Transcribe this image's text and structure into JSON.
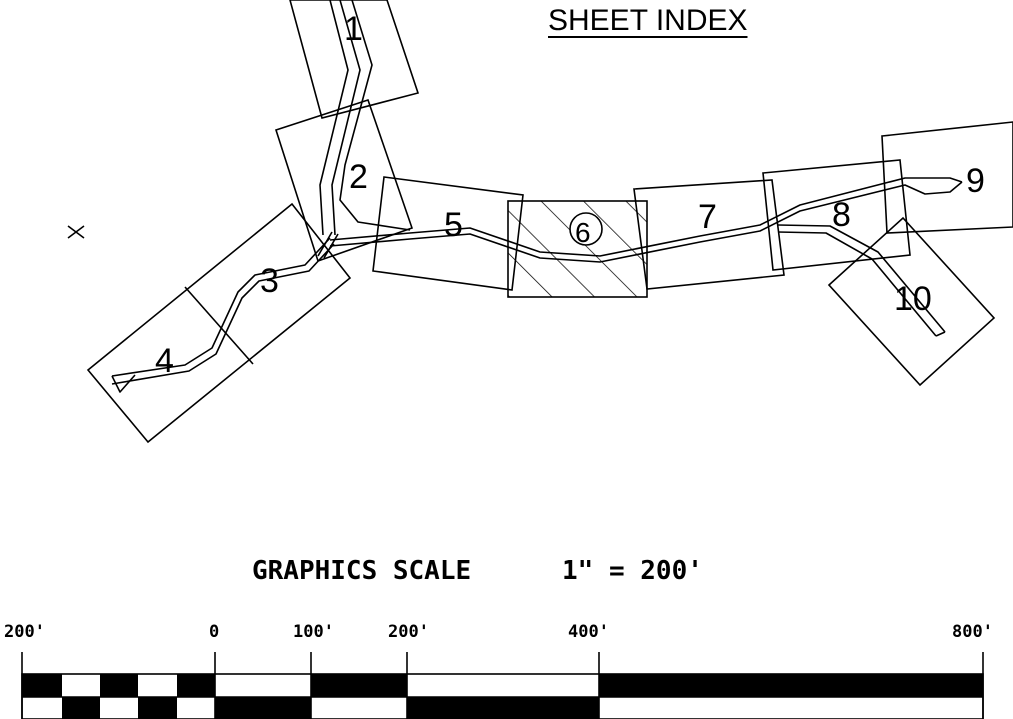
{
  "title": "SHEET INDEX",
  "sheets": [
    {
      "label": "1"
    },
    {
      "label": "2"
    },
    {
      "label": "3"
    },
    {
      "label": "4"
    },
    {
      "label": "5"
    },
    {
      "label": "6",
      "highlighted": true
    },
    {
      "label": "7"
    },
    {
      "label": "8"
    },
    {
      "label": "9"
    },
    {
      "label": "10"
    }
  ],
  "scale": {
    "title": "GRAPHICS SCALE",
    "ratio": "1\" = 200'",
    "ticks": [
      "200'",
      "0",
      "100'",
      "200'",
      "400'",
      "800'"
    ]
  },
  "colors": {
    "ink": "#000000",
    "paper": "#ffffff"
  }
}
